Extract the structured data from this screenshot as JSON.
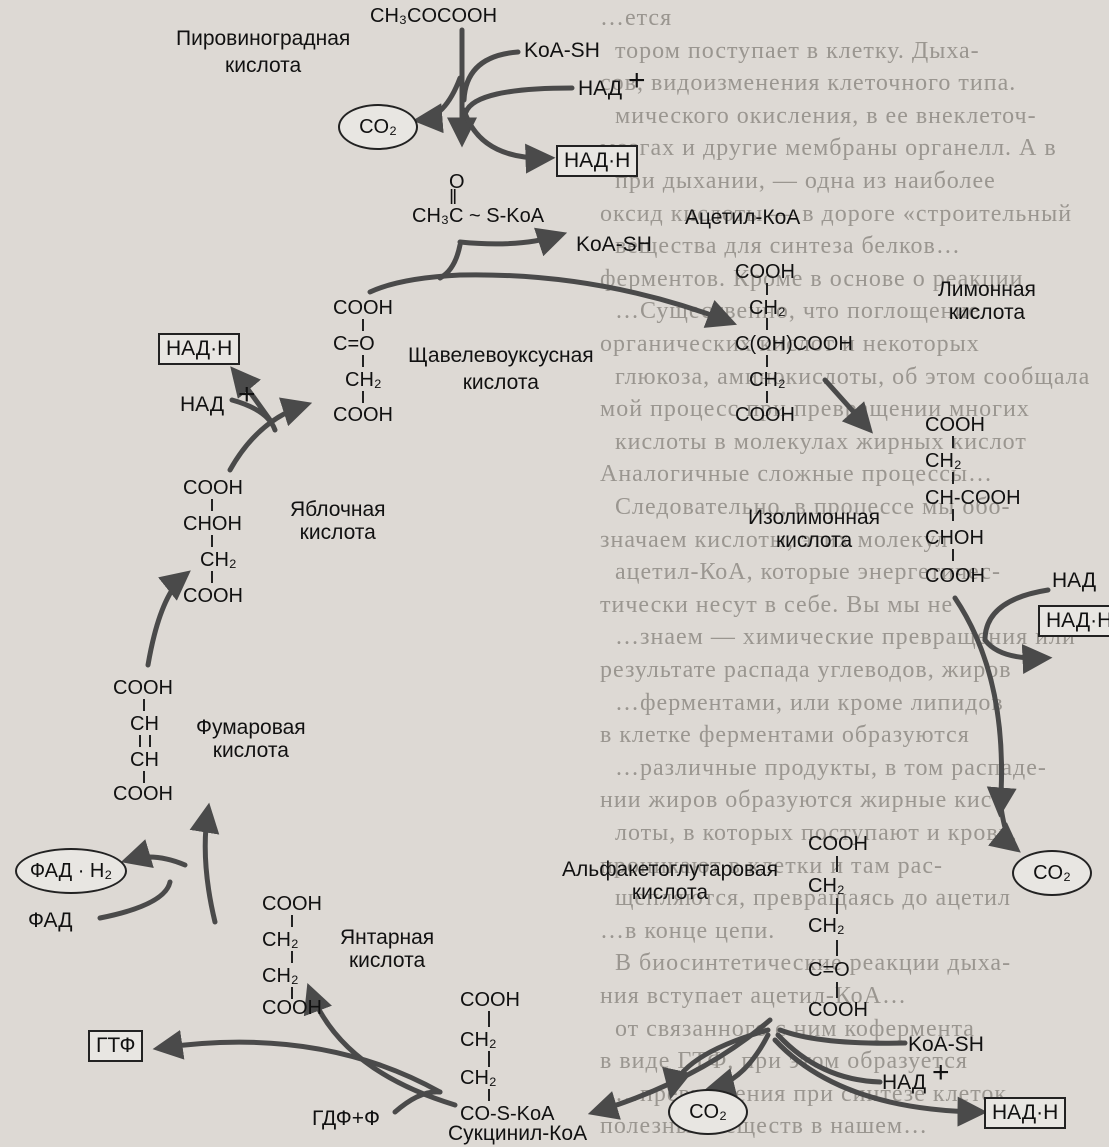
{
  "background_text": [
    "…ется",
    "тором поступает в клетку. Дыха-",
    "сов, видоизменения клеточного типа.",
    "мического окисления, в ее внеклеточ-",
    "мозгах и другие мембраны органелл. А в",
    "при дыхании, — одна из наиболее",
    "оксид кислоты — в дороге «строительный",
    "вещества для синтеза белков…",
    "ферментов. Кроме в основе о реакции",
    "…Существенно, что поглощение",
    "органических кислот и некоторых",
    "глюкоза, аминокислоты, об этом сообщала",
    "мой процесс при превращении многих",
    "кислоты в молекулах жирных кислот",
    "Аналогичные сложные процессы…",
    "Следовательно, в процессе мы обо-",
    "значаем кислоты, этих молекул",
    "ацетил-КоА, которые энергетичес-",
    "тически несут в себе. Вы мы не",
    "…знаем — химические превращения или",
    "результате распада углеводов, жиров",
    "…ферментами, или кроме липидов",
    "в клетке ферментами образуются",
    "…различные продукты, в том распаде-",
    "нии жиров образуются жирные кис-",
    "лоты, в которых поступают и кровь,",
    "проникают в клетки и там рас-",
    "щепляются, превращаясь до ацетил",
    "…в конце цепи.",
    "В биосинтетические реакции дыха-",
    "ния вступает ацетил-КоА…",
    "от связанного с ним кофермента",
    "в виде ГТФ, при этом образуется",
    "…превращения при синтезе клеток",
    "полезных веществ в нашем…"
  ],
  "substances": {
    "pyruvic": {
      "formula": "CH₃COCOOH",
      "name": "Пировиноградная\nкислота"
    },
    "acetyl": {
      "oxygen": "O",
      "bond": "‖",
      "formula": "CH₃C ~ S-KoA",
      "name": "Ацетил-КоА"
    },
    "citric": {
      "formula": [
        "COOH",
        "CH₂",
        "C(OH)COOH",
        "CH₂",
        "COOH"
      ],
      "name": "Лимонная\nкислота"
    },
    "isocitric": {
      "formula": [
        "COOH",
        "CH₂",
        "CH-COOH",
        "CHOH",
        "COOH"
      ],
      "name": "Изолимонная\nкислота"
    },
    "ketoglutaric": {
      "formula": [
        "COOH",
        "CH₂",
        "CH₂",
        "C=O",
        "COOH"
      ],
      "name": "Альфакетоглутаровая\nкислота"
    },
    "succinylcoa": {
      "formula": [
        "COOH",
        "CH₂",
        "CH₂",
        "CO-S-KoA"
      ],
      "name": "Сукцинил-КоА"
    },
    "succinic": {
      "formula": [
        "COOH",
        "CH₂",
        "CH₂",
        "COOH"
      ],
      "name": "Янтарная\nкислота"
    },
    "fumaric": {
      "formula": [
        "COOH",
        "CH",
        "CH",
        "COOH"
      ],
      "name": "Фумаровая\nкислота"
    },
    "malic": {
      "formula": [
        "COOH",
        "CHOH",
        "CH₂",
        "COOH"
      ],
      "name": "Яблочная\nкислота"
    },
    "oxaloacetic": {
      "formula": [
        "COOH",
        "C=O",
        "CH₂",
        "COOH"
      ],
      "name": "Щавелевоуксусная\nкислота"
    }
  },
  "cofactors": {
    "koa_sh": "KoA-SH",
    "nad": "НАД",
    "plus": "+",
    "nadh": "НАД·Н",
    "co2": "CO₂",
    "fad": "ФАД",
    "fadh2": "ФАД · Н₂",
    "gtp": "ГТФ",
    "gdp": "ГДФ+Ф"
  }
}
